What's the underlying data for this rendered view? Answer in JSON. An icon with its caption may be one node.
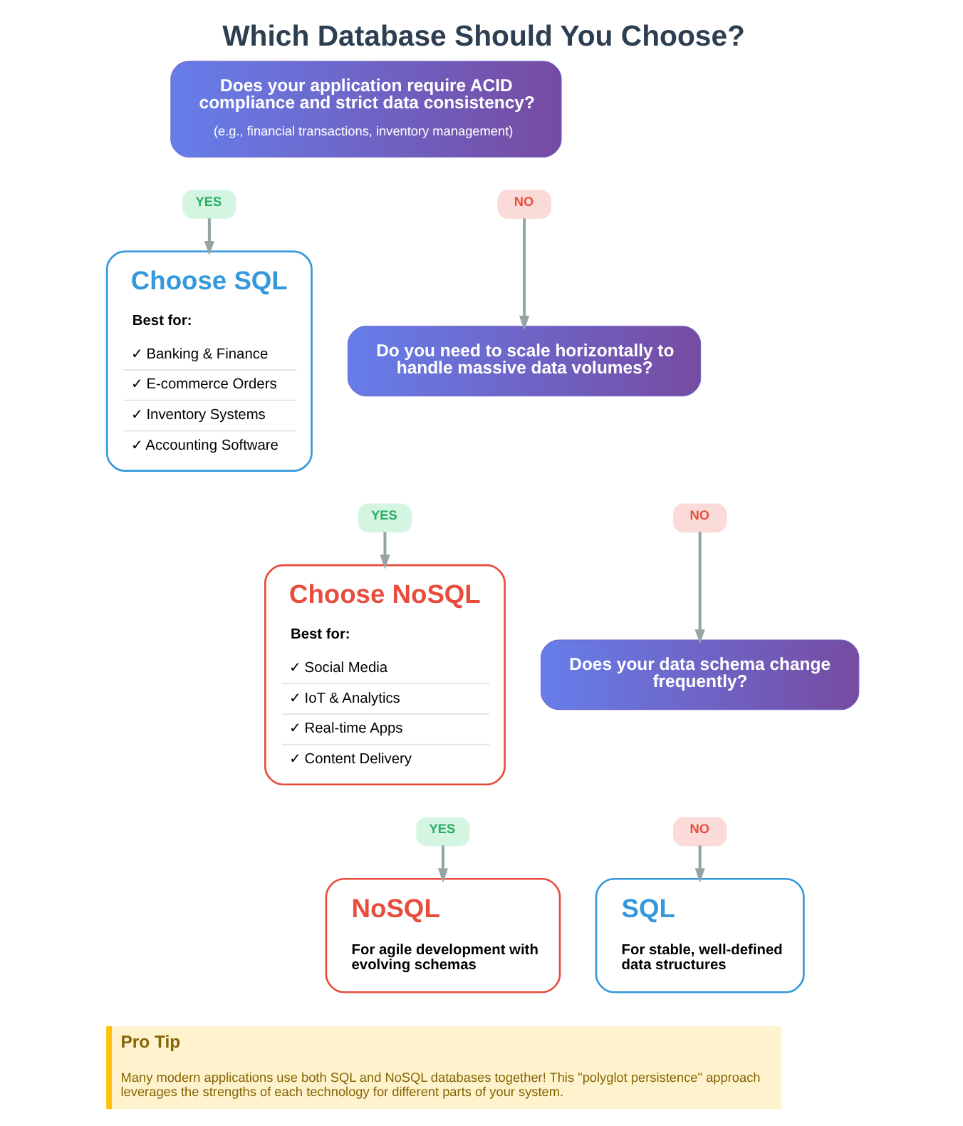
{
  "diagram": {
    "title": "Which Database Should You Choose?",
    "nodes": [
      {
        "text": [
          "Does your application require ACID compliance and strict data consistency?",
          "(e.g., financial transactions, inventory management)"
        ]
      },
      {
        "text": [
          "YES"
        ]
      },
      {
        "text": [
          "NO"
        ]
      },
      {
        "text": [
          "Choose SQL",
          "Best for:",
          "✓ Banking & Finance",
          "✓ E-commerce Orders",
          "✓ Inventory Systems",
          "✓ Accounting Software"
        ]
      },
      {
        "text": [
          "Do you need to scale horizontally to handle massive data volumes?"
        ]
      },
      {
        "text": [
          "YES"
        ]
      },
      {
        "text": [
          "NO"
        ]
      },
      {
        "text": [
          "Choose NoSQL",
          "Best for:",
          "✓ Social Media",
          "✓ IoT & Analytics",
          "✓ Real-time Apps",
          "✓ Content Delivery"
        ]
      },
      {
        "text": [
          "Does your data schema change frequently?"
        ]
      },
      {
        "text": [
          "YES"
        ]
      },
      {
        "text": [
          "NO"
        ]
      },
      {
        "text": [
          "NoSQL",
          "For agile development with evolving schemas"
        ]
      },
      {
        "text": [
          "SQL",
          "For stable, well-defined data structures"
        ]
      },
      {
        "text": [
          "Pro Tip",
          "Many modern applications use both SQL and NoSQL databases together! This \"polyglot persistence\" approach leverages the strengths of each technology for different parts of your system."
        ]
      }
    ],
    "edges": [
      {
        "from": 1,
        "to": 3,
        "arrow": "to"
      },
      {
        "from": 2,
        "to": 4,
        "arrow": "to"
      },
      {
        "from": 5,
        "to": 7,
        "arrow": "to"
      },
      {
        "from": 6,
        "to": 8,
        "arrow": "to"
      },
      {
        "from": 9,
        "to": 11,
        "arrow": "to"
      },
      {
        "from": 10,
        "to": 12,
        "arrow": "to"
      }
    ]
  }
}
